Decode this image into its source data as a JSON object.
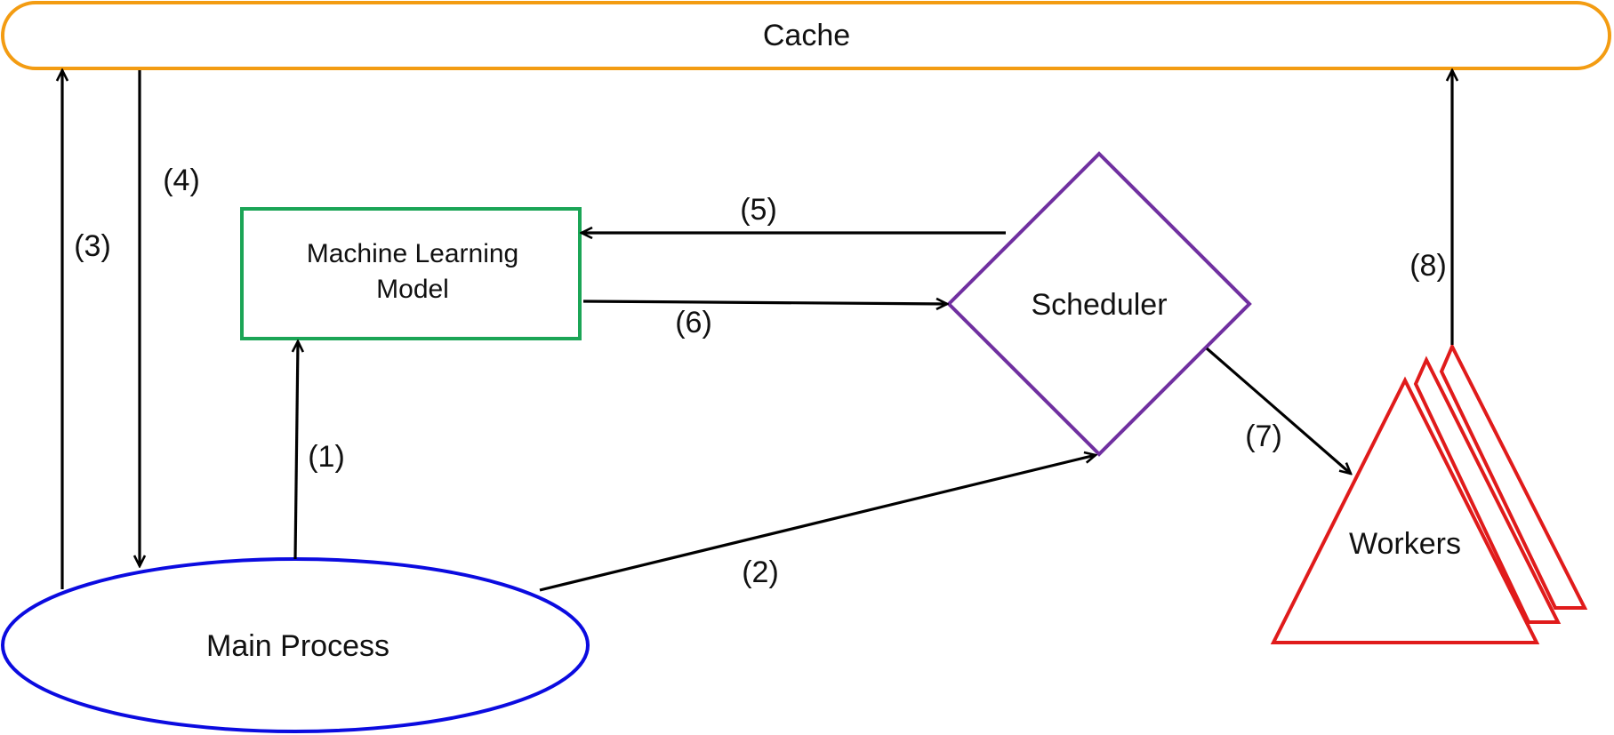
{
  "colors": {
    "cache": "#F39C12",
    "ml_model": "#1BA556",
    "scheduler": "#7030A0",
    "main_process": "#0B0BE0",
    "workers": "#E01B1B",
    "arrows": "#000000"
  },
  "nodes": {
    "cache": {
      "label": "Cache"
    },
    "ml_model": {
      "line1": "Machine Learning",
      "line2": "Model"
    },
    "scheduler": {
      "label": "Scheduler"
    },
    "main_process": {
      "label": "Main Process"
    },
    "workers": {
      "label": "Workers"
    }
  },
  "steps": {
    "s1": "(1)",
    "s2": "(2)",
    "s3": "(3)",
    "s4": "(4)",
    "s5": "(5)",
    "s6": "(6)",
    "s7": "(7)",
    "s8": "(8)"
  }
}
